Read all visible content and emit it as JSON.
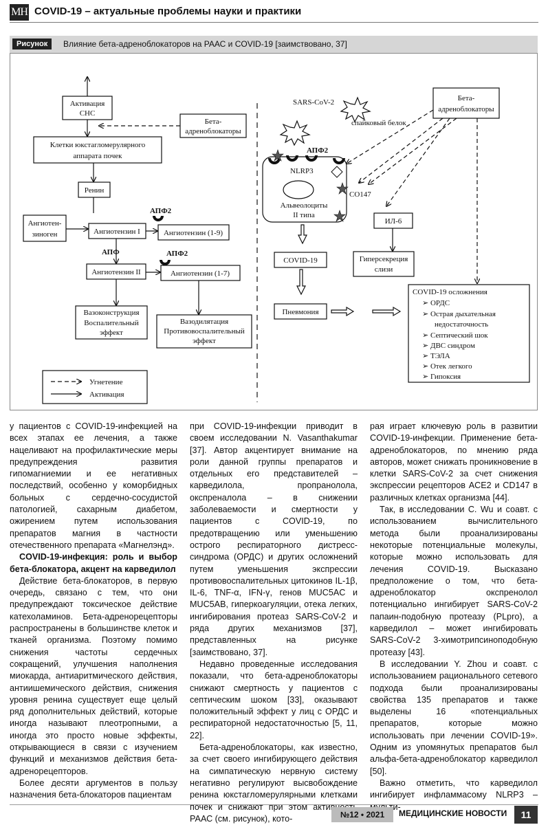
{
  "header": {
    "logo": "МН",
    "title": "COVID-19 – актуальные проблемы науки и практики"
  },
  "figure": {
    "tag": "Рисунок",
    "caption": "Влияние бета-адреноблокаторов на РААС и COVID-19 [заимствовано, 37]",
    "left": {
      "sns": [
        "Активация",
        "СНС"
      ],
      "beta_blockers": [
        "Бета-",
        "адреноблокаторы"
      ],
      "jga_cells": [
        "Клетки юкстагломерулярного",
        "аппарата почек"
      ],
      "renin": "Ренин",
      "angiotensinogen": [
        "Ангиотен-",
        "зиноген"
      ],
      "angiotensin1": "Ангиотензин I",
      "ace2_top": "АПФ2",
      "angiotensin1_9": "Ангиотензин (1-9)",
      "ace": "АПФ",
      "ace2_mid": "АПФ2",
      "angiotensin2": "Ангиотензин II",
      "angiotensin1_7": "Ангиотензин (1-7)",
      "vasoconstriction": [
        "Вазоконструкция",
        "Воспалительный",
        "эффект"
      ],
      "vasodilation": [
        "Вазодилятация",
        "Противовоспалительный",
        "эффект"
      ]
    },
    "legend": {
      "inhibition": "Угнетение",
      "activation": "Активация"
    },
    "right": {
      "sars": "SARS-CoV-2",
      "spike": "спайковый белок",
      "beta_blockers": [
        "Бета-",
        "адреноблокаторы"
      ],
      "ace2": "АПФ2",
      "nlrp3": "NLRP3",
      "co147": "CO147",
      "alveocytes": [
        "Альвеолоциты",
        "II типа"
      ],
      "il6": "ИЛ-6",
      "covid": "COVID-19",
      "hypersecretion": [
        "Гиперсекреция",
        "слизи"
      ],
      "pneumonia": "Пневмония",
      "complications_title": "COVID-19 осложнения",
      "complications": [
        "ОРДС",
        "Острая дыхательная",
        "недостаточность",
        "Септический шок",
        "ДВС синдром",
        "ТЭЛА",
        "Отек легкого",
        "Гипоксия"
      ]
    }
  },
  "col1": {
    "p1": "у пациентов с COVID-19-инфекцией на всех этапах ее лечения, а также нацеливают на профилактические меры предупреждения развития гипомагниемии и ее негативных последствий, особенно у коморбидных больных с сердечно-сосудистой патологией, сахарным диабетом, ожирением путем использования препаратов магния в частности отечественного препарата «Магнелэнд».",
    "heading": "COVID-19-инфекция: роль и выбор бета-блокатора, акцент на карведилол",
    "p2": "Действие бета-блокаторов, в первую очередь, связано с тем, что они предупреждают токсическое действие катехоламинов. Бета-адренорецепторы распространены в большинстве клеток и тканей организма. Поэтому помимо снижения частоты сердечных сокращений, улучшения наполнения миокарда, антиаритмического действия, антиишемического действия, снижения уровня ренина существует еще целый ряд дополнительных действий, которые иногда называют плеотропными, а иногда это просто новые эффекты, открывающиеся в связи с изучением функций и механизмов действия бета-адренорецепторов.",
    "p3": "Более десяти аргументов в пользу назначения бета-блокаторов пациентам"
  },
  "col2": {
    "p1": "при COVID-19-инфекции приводит в своем исследовании N. Vasanthakumar [37]. Автор акцентирует внимание на роли данной группы препаратов и отдельных его представителей – карведилола, пропранолола, окспреналола – в снижении заболеваемости и смертности у пациентов с COVID-19, по предотвращению или уменьшению острого респираторного дистресс-синдрома (ОРДС) и других осложнений путем уменьшения экспрессии противовоспалительных цитокинов IL-1β, IL-6, TNF-α, IFN-γ, генов MUC5AC и MUC5AB, гиперкоагуляции, отека легких, ингибирования протеаз SARS-CoV-2 и ряда других механизмов [37], представленных на рисунке [заимствовано, 37].",
    "p2": "Недавно проведенные исследования показали, что бета-адреноблокаторы снижают смертность у пациентов с септическим шоком [33], оказывают положительный эффект у лиц с ОРДС и респираторной недостаточностью [5, 11, 22].",
    "p3": "Бета-адреноблокаторы, как известно, за счет своего ингибирующего действия на симпатическую нервную систему негативно регулируют высвобождение ренина юкстагломерулярными клетками почек и снижают при этом активность РААС (см. рисунок), кото-"
  },
  "col3": {
    "p1": "рая играет ключевую роль в развитии COVID-19-инфекции. Применение бета-адреноблокаторов, по мнению ряда авторов, может снижать проникновение в клетки SARS-CoV-2 за счет снижения экспрессии рецепторов ACE2 и CD147 в различных клетках организма [44].",
    "p2": "Так, в исследовании C. Wu и соавт. с использованием вычислительного метода были проанализированы некоторые потенциальные молекулы, которые можно использовать для лечения COVID-19. Высказано предположение о том, что бета-адреноблокатор окспренолол потенциально ингибирует SARS-CoV-2 папаин-подобную протеазу (PLpro), а карведилол – может ингибировать SARS-CoV-2 3-химотрипсиноподобную протеазу [43].",
    "p3": "В исследовании Y. Zhou и соавт. с использованием рационального сетевого подхода были проанализированы свойства 135 препаратов и также выделены 16 «потенциальных препаратов, которые можно использовать при лечении COVID-19». Одним из упомянутых препаратов был альфа-бета-адреноблокатор карведилол [50].",
    "p4": "Важно отметить, что карведилол ингибирует инфламмасому NLRP3 – мульти-"
  },
  "footer": {
    "issue": "№12 • 2021",
    "journal": "МЕДИЦИНСКИЕ НОВОСТИ",
    "page": "11"
  }
}
